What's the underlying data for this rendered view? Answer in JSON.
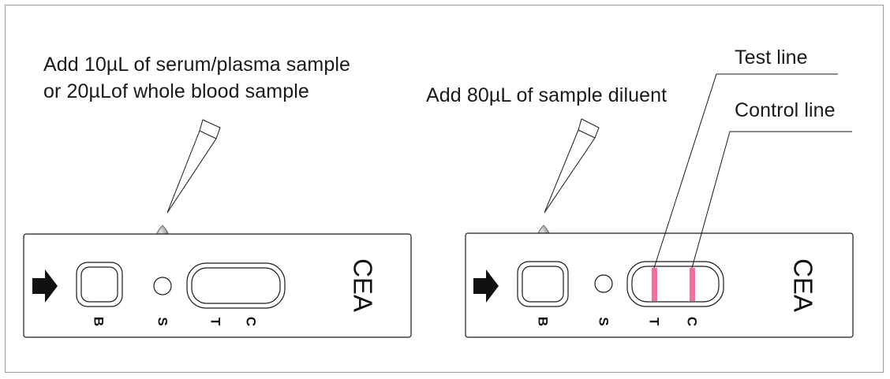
{
  "step1": {
    "instruction_line1": "Add 10µL of serum/plasma sample",
    "instruction_line2": "or 20µLof whole blood sample",
    "cassette": {
      "label": "CEA",
      "markings": {
        "buffer_well": "B",
        "sample_well": "S",
        "test": "T",
        "control": "C"
      },
      "drops_on": "S"
    }
  },
  "step2": {
    "instruction": "Add 80µL of sample diluent",
    "cassette": {
      "label": "CEA",
      "markings": {
        "buffer_well": "B",
        "sample_well": "S",
        "test": "T",
        "control": "C"
      },
      "drops_on": "B",
      "lines_visible": [
        "T",
        "C"
      ]
    },
    "callouts": {
      "test_line": "Test line",
      "control_line": "Control line"
    }
  },
  "colors": {
    "result_line": "#e9739b",
    "drop": "#9a9a9a",
    "stroke": "#1a1a1a"
  },
  "icons": [
    "pipette-tip-icon",
    "drop-icon",
    "arrow-right-icon"
  ]
}
